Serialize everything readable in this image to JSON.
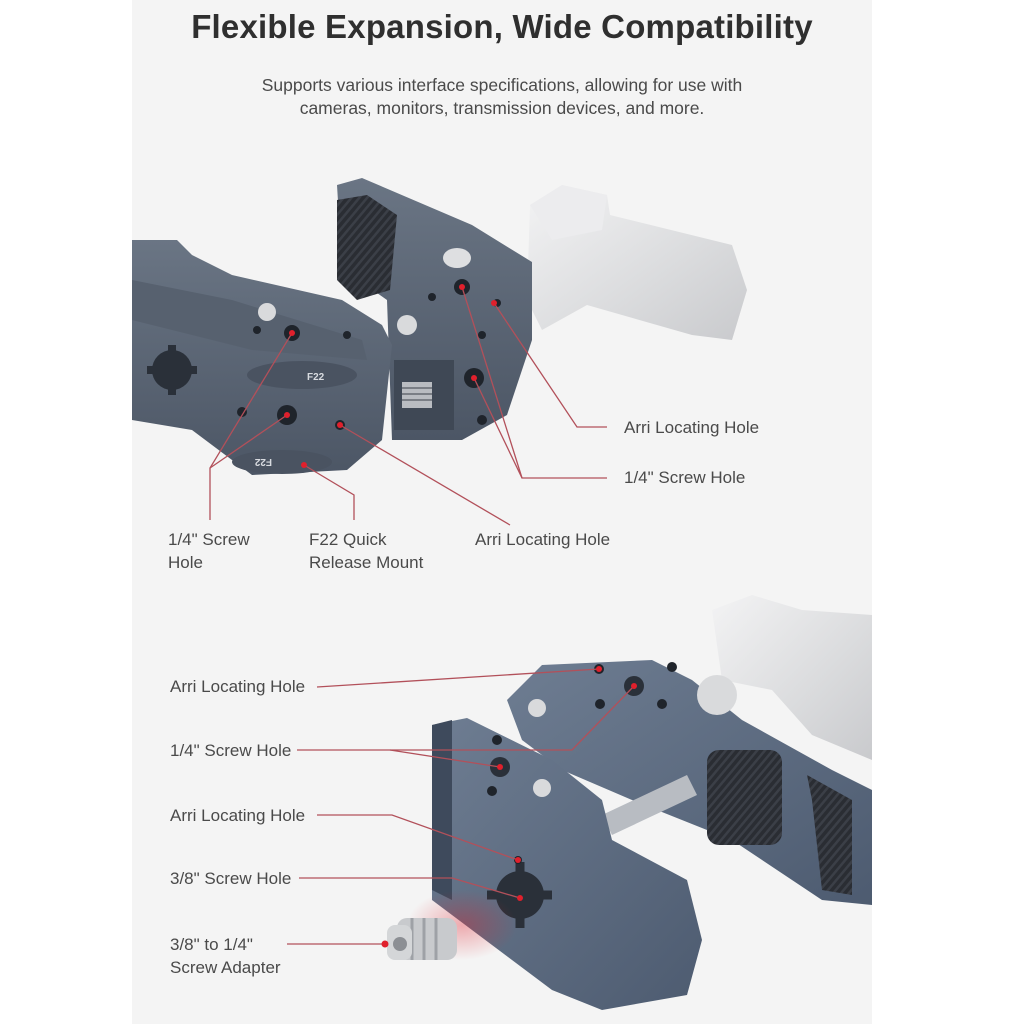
{
  "header": {
    "title": "Flexible Expansion, Wide Compatibility",
    "subtitle_lines": [
      "Supports various interface specifications, allowing for use with",
      "cameras, monitors, transmission devices, and more."
    ]
  },
  "colors": {
    "panel_background": "#f4f4f4",
    "page_background": "#ffffff",
    "title_text": "#2f2f2f",
    "body_text": "#4a4a4a",
    "leader_line": "#b2505a",
    "callout_dot": "#e0202c",
    "clamp_body": "#5c6878",
    "handle_silver": "#e4e4e6"
  },
  "upper_view": {
    "engraving": "F22",
    "callouts": [
      {
        "id": "arri-locating-hole-right",
        "lines": [
          "Arri Locating Hole"
        ]
      },
      {
        "id": "quarter-screw-hole-right",
        "lines": [
          "1/4\" Screw Hole"
        ]
      },
      {
        "id": "quarter-screw-hole-left",
        "lines": [
          "1/4\" Screw",
          "Hole"
        ]
      },
      {
        "id": "f22-quick-release-mount",
        "lines": [
          "F22 Quick",
          "Release Mount"
        ]
      },
      {
        "id": "arri-locating-hole-bottom",
        "lines": [
          "Arri Locating Hole"
        ]
      }
    ]
  },
  "lower_view": {
    "callouts": [
      {
        "id": "arri-locating-hole-top",
        "lines": [
          "Arri Locating Hole"
        ]
      },
      {
        "id": "quarter-screw-hole",
        "lines": [
          "1/4\" Screw Hole"
        ]
      },
      {
        "id": "arri-locating-hole-side",
        "lines": [
          "Arri Locating Hole"
        ]
      },
      {
        "id": "three-eighths-screw-hole",
        "lines": [
          "3/8\" Screw Hole"
        ]
      },
      {
        "id": "screw-adapter",
        "lines": [
          "3/8\" to 1/4\"",
          "Screw Adapter"
        ]
      }
    ]
  }
}
